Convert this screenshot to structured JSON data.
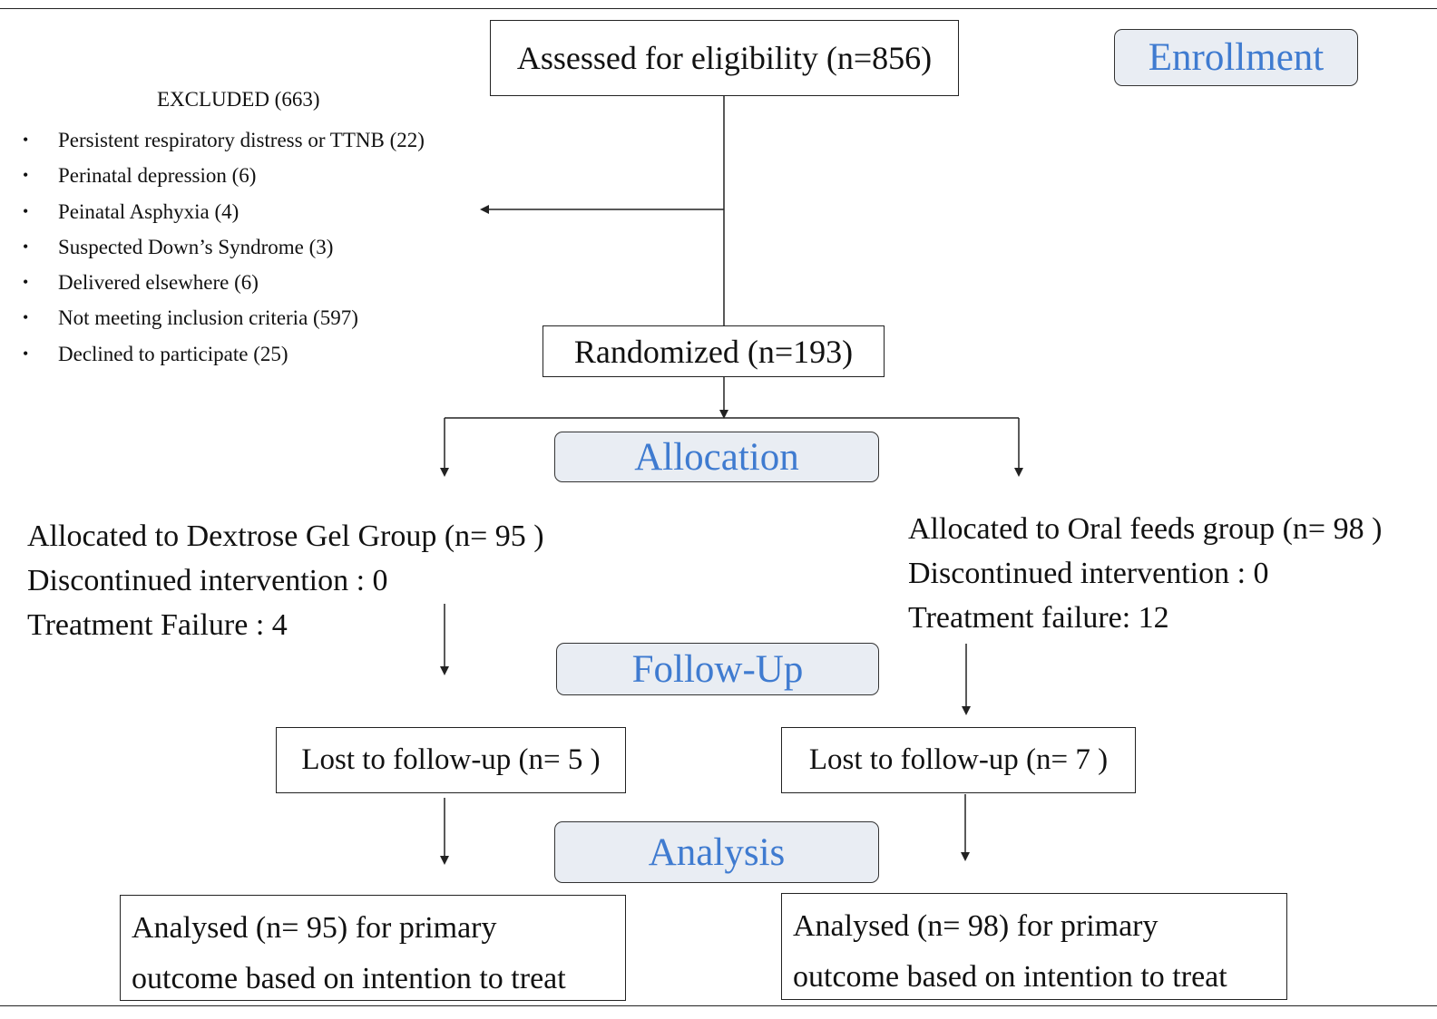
{
  "enrollment": {
    "stage_label": "Enrollment",
    "assessed": "Assessed for eligibility (n=856)",
    "excluded_title": "EXCLUDED (663)",
    "excluded_items": [
      "Persistent respiratory distress or TTNB (22)",
      "Perinatal depression (6)",
      "Peinatal Asphyxia  (4)",
      "Suspected Down’s Syndrome (3)",
      "Delivered elsewhere (6)",
      "Not meeting inclusion criteria (597)",
      "Declined to participate (25)"
    ],
    "bullet": "•",
    "randomized": "Randomized (n=193)"
  },
  "allocation": {
    "stage_label": "Allocation",
    "left": {
      "allocated": "Allocated to Dextrose Gel Group (n= 95 )",
      "discontinued": "Discontinued intervention : 0",
      "failure": "Treatment Failure : 4"
    },
    "right": {
      "allocated": "Allocated to Oral feeds group (n= 98 )",
      "discontinued": "Discontinued intervention : 0",
      "failure": "Treatment failure: 12"
    }
  },
  "followup": {
    "stage_label": "Follow-Up",
    "left_lost": "Lost to follow-up (n= 5 )",
    "right_lost": "Lost to follow-up (n= 7 )"
  },
  "analysis": {
    "stage_label": "Analysis",
    "left": [
      "Analysed  (n= 95) for primary",
      "outcome based on intention to treat"
    ],
    "right": [
      "Analysed  (n= 98) for primary",
      "outcome based on intention to treat"
    ]
  },
  "colors": {
    "stage_text": "#3f7bd0",
    "stage_fill": "#e9edf3",
    "line": "#222222"
  }
}
